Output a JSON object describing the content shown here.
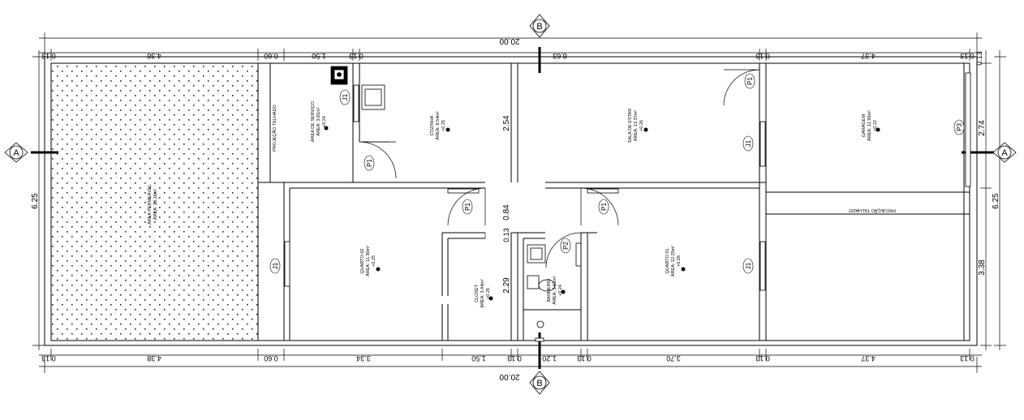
{
  "sections": {
    "a": "A",
    "b": "B"
  },
  "dims_top": {
    "total": "20.00",
    "w1": "0.13",
    "w2": "4.38",
    "w3": "0.60",
    "w4": "1.50",
    "w5": "0.13",
    "w6": "8.63",
    "w7": "0.13",
    "w8": "4.37",
    "w9": "0.13",
    "w10": "0.13"
  },
  "dims_bottom": {
    "total": "20.00",
    "w1": "0.13",
    "w2": "4.38",
    "w3": "0.60",
    "w4": "3.34",
    "w5": "1.50",
    "w6": "0.13",
    "w7": "1.20",
    "w8": "0.13",
    "w9": "3.70",
    "w10": "0.13",
    "w11": "4.37",
    "w12": "0.13"
  },
  "dims_left": {
    "total": "6.25"
  },
  "dims_right": {
    "total": "6.25",
    "upper": "2.74",
    "lower": "3.38"
  },
  "dims_inner": {
    "d1": "2.54",
    "d2": "0.84",
    "d3": "0.13",
    "d4": "2.29"
  },
  "rooms": {
    "permeavel_name": "ÁREA PERMEÁVEL",
    "permeavel_area": "ÁREA: 28.16m²",
    "servico_name": "ÁREA DE SERVIÇO",
    "servico_area": "ÁREA: 3.81m²",
    "servico_level": "+0.24",
    "cozinha_name": "COZINHA",
    "cozinha_area": "ÁREA: 8.54m²",
    "cozinha_level": "+0.25",
    "estar_name": "SALA DE ESTAR",
    "estar_area": "ÁREA: 13.37m²",
    "estar_level": "+0.26",
    "garagem_name": "GARAGEM",
    "garagem_area": "ÁREA: 11.96m²",
    "garagem_level": "+0.22",
    "quarto02_name": "QUARTO 02",
    "quarto02_area": "ÁREA: 11.30m²",
    "quarto02_level": "+0.25",
    "closet_name": "CLOSET",
    "closet_area": "ÁREA: 3.44m²",
    "closet_level": "+0.26",
    "banheiro_name": "BANHEIRO",
    "banheiro_area": "ÁREA: 3.61m²",
    "banheiro_level": "+0.24",
    "quarto01_name": "QUARTO 01",
    "quarto01_area": "ÁREA: 12.25m²",
    "quarto01_level": "+0.26"
  },
  "projecao": {
    "left": "PROJEÇÃO TELHADO",
    "right": "PROJEÇÃO TELHADO"
  },
  "tags": {
    "j1_servico": "J1",
    "p1_servico": "P1",
    "p1_quarto02": "P1",
    "p1_quarto01": "P1",
    "p1_estar": "P1",
    "j1_estar": "J1",
    "p3": "P3",
    "p2": "P2",
    "j1_quarto02": "J1",
    "j1_quarto01": "J1"
  }
}
